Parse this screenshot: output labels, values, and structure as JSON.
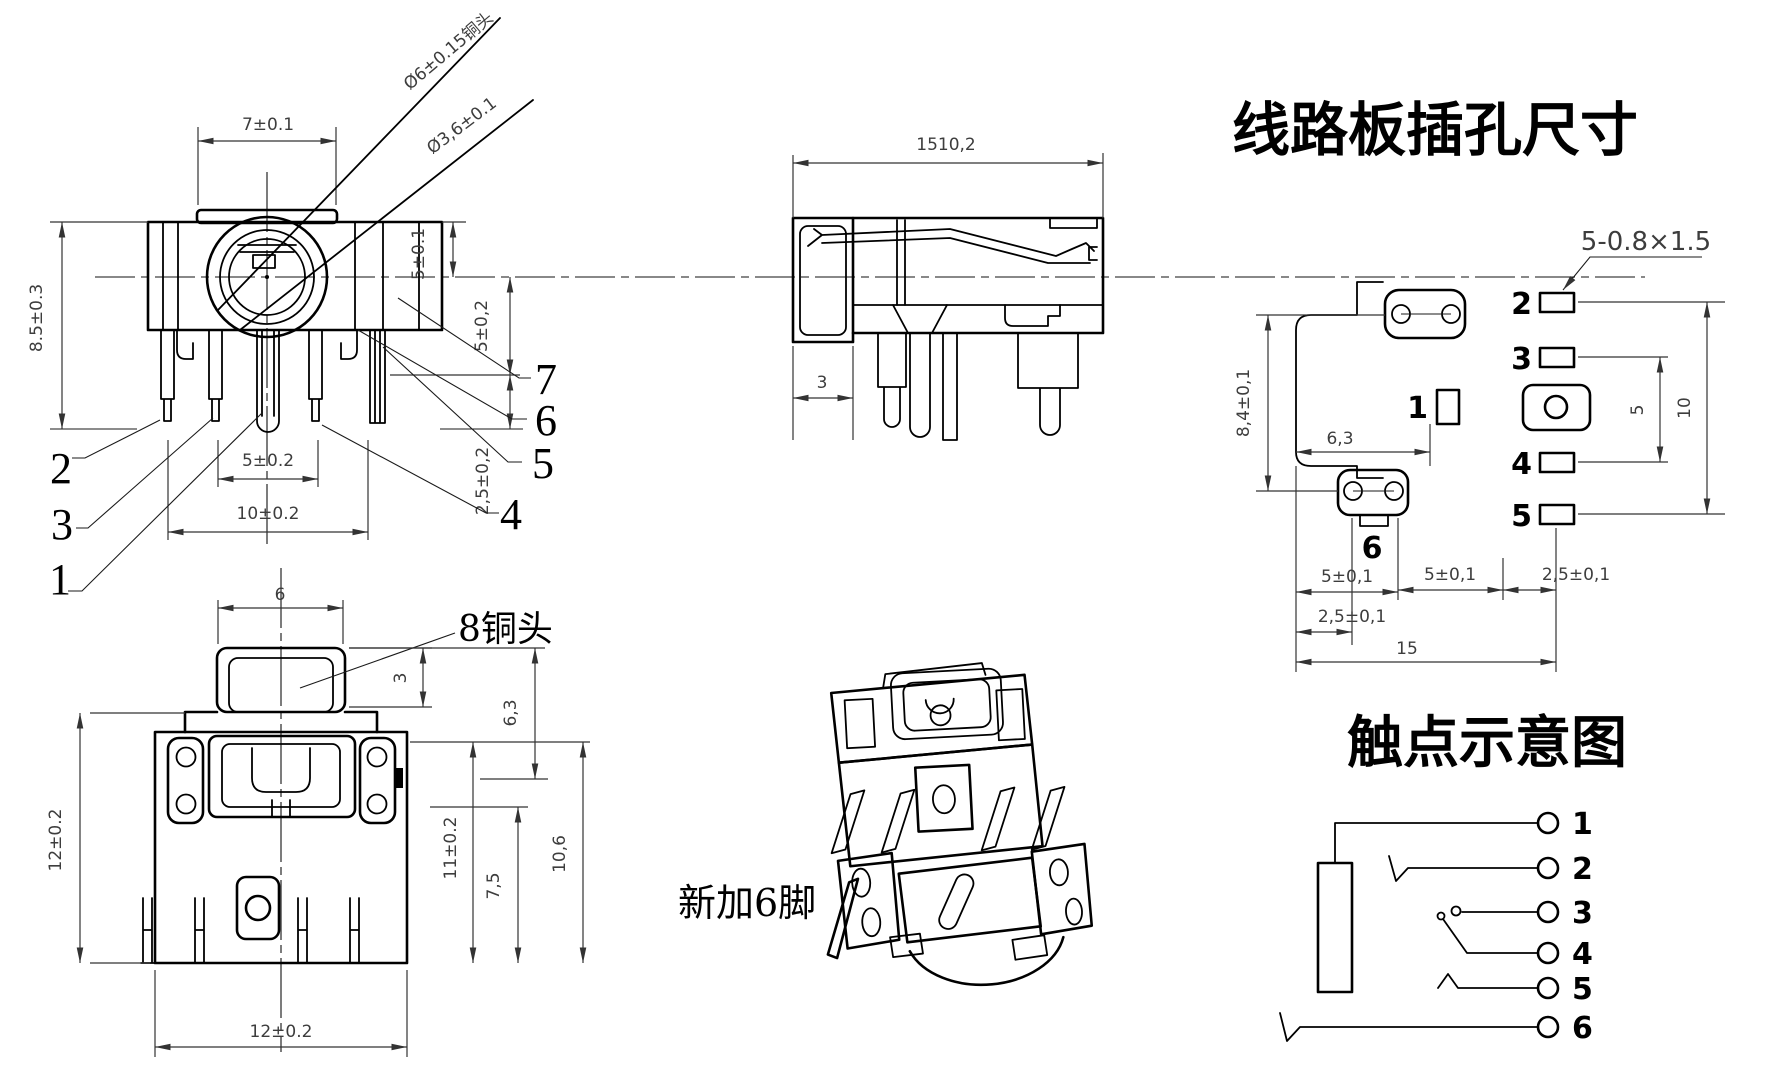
{
  "drawing": {
    "front": {
      "cap_width": "7±0.1",
      "dia_outer": "Ø6±0.15铜头",
      "dia_inner": "Ø3,6±0.1",
      "height": "8.5±0.3",
      "right_top": "5±0.1",
      "right_mid": "5±0,2",
      "right_low": "2,5±0,2",
      "span5": "5±0.2",
      "span10": "10±0.2",
      "c1": "1",
      "c2": "2",
      "c3": "3",
      "c4": "4",
      "c5": "5",
      "c6": "6",
      "c7": "7"
    },
    "side": {
      "depth": "1510,2",
      "flange": "3"
    },
    "top": {
      "w6": "6",
      "d3": "3",
      "copper": "8铜头",
      "h12": "12±0.2",
      "d63": "6,3",
      "d11": "11±0.2",
      "d75": "7,5",
      "d106": "10,6",
      "w12": "12±0.2"
    },
    "pcb": {
      "title": "线路板插孔尺寸",
      "spec": "5-0.8×1.5",
      "p1": "1",
      "p2": "2",
      "p3": "3",
      "p4": "4",
      "p5": "5",
      "p6": "6",
      "d84": "8,4±0,1",
      "d63": "6,3",
      "d5": "5",
      "d10": "10",
      "l5": "5±0,1",
      "l25": "2,5±0,1",
      "r5": "5±0,1",
      "r25": "2,5±0,1",
      "d15": "15"
    },
    "iso": {
      "label": "新加6脚"
    },
    "contact": {
      "title": "触点示意图",
      "terminals": [
        "1",
        "2",
        "3",
        "4",
        "5",
        "6"
      ]
    }
  }
}
